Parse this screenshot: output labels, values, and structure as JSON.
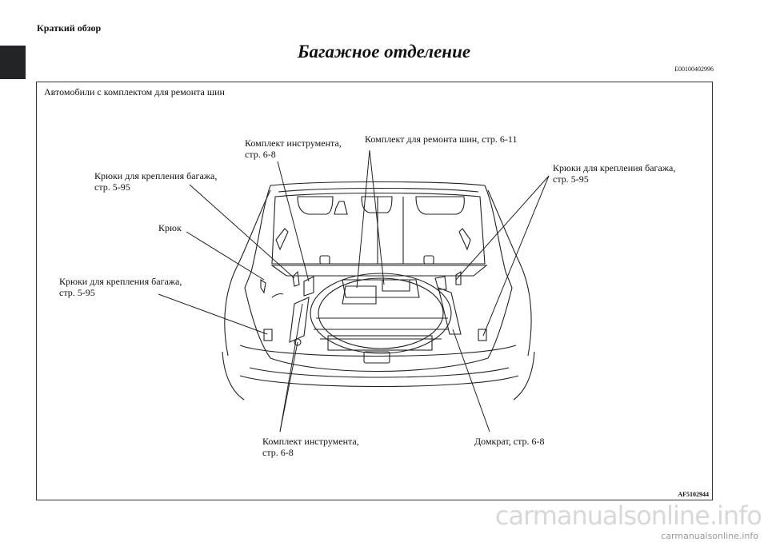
{
  "header": {
    "section": "Краткий обзор",
    "title": "Багажное отделение",
    "doc_code": "E00100402996"
  },
  "figure": {
    "caption": "Автомобили с комплектом для ремонта шин",
    "figure_id": "AF5102944",
    "callouts": {
      "toolkit_top": [
        "Комплект инструмента,",
        "стр. 6-8"
      ],
      "repair_kit": "Комплект для ремонта шин, стр. 6-11",
      "hooks_upper_left": [
        "Крюки для крепления багажа,",
        "стр. 5-95"
      ],
      "hooks_right": [
        "Крюки для крепления багажа,",
        "стр. 5-95"
      ],
      "hook": "Крюк",
      "hooks_lower_left": [
        "Крюки для крепления багажа,",
        "стр. 5-95"
      ],
      "toolkit_bottom": [
        "Комплект инструмента,",
        "стр. 6-8"
      ],
      "jack": "Домкрат, стр. 6-8"
    }
  },
  "watermark": {
    "large": "carmanualsonline.info",
    "small": "carmanualsonline.info"
  }
}
